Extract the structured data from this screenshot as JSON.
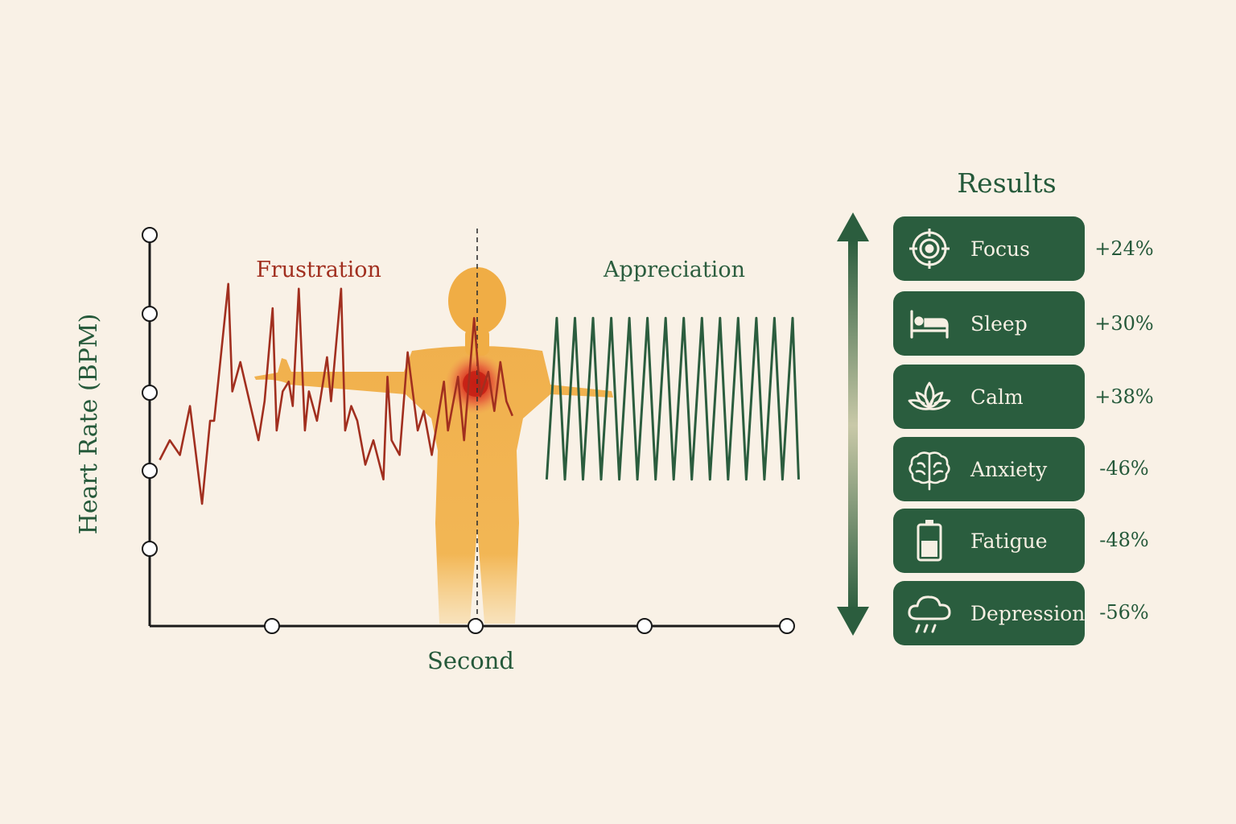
{
  "chart_data": {
    "type": "line",
    "xlabel": "Second",
    "ylabel": "Heart Rate (BPM)",
    "annotations": [
      "Frustration",
      "Appreciation"
    ],
    "series": [
      {
        "name": "Frustration",
        "color": "#a12f1f",
        "x": [
          0.5,
          1,
          1.5,
          2,
          2.6,
          3,
          3.2,
          3.4,
          3.9,
          4.1,
          4.5,
          5.4,
          5.7,
          6.1,
          6.3,
          6.6,
          6.9,
          7.1,
          7.4,
          7.7,
          7.9,
          8.3,
          8.8,
          9,
          9.5,
          9.7,
          10,
          10.3,
          10.7,
          11.1,
          11.6,
          11.8,
          12,
          12.4,
          12.8,
          13.3,
          13.6,
          14,
          14.6,
          14.8,
          15.3,
          15.6,
          16.1,
          16.4,
          16.8,
          17.1,
          17.4,
          17.7,
          18
        ],
        "y": [
          74,
          78,
          75,
          85,
          65,
          82,
          82,
          90,
          110,
          88,
          94,
          78,
          86,
          105,
          80,
          88,
          90,
          85,
          109,
          80,
          88,
          82,
          95,
          86,
          109,
          80,
          85,
          82,
          73,
          78,
          70,
          91,
          78,
          75,
          96,
          80,
          84,
          75,
          90,
          80,
          91,
          78,
          103,
          87,
          92,
          84,
          94,
          86,
          83
        ]
      },
      {
        "name": "Appreciation",
        "color": "#2b5d3e",
        "x": [
          19.7,
          20.2,
          20.6,
          21.1,
          21.5,
          22,
          22.4,
          22.9,
          23.3,
          23.8,
          24.2,
          24.7,
          25.1,
          25.6,
          26,
          26.5,
          26.9,
          27.4,
          27.8,
          28.3,
          28.7,
          29.2,
          29.6,
          30.1,
          30.5,
          31,
          31.4,
          31.9,
          32.2
        ],
        "y": [
          70,
          103,
          70,
          103,
          70,
          103,
          70,
          103,
          70,
          103,
          70,
          103,
          70,
          103,
          70,
          103,
          70,
          103,
          70,
          103,
          70,
          103,
          70,
          103,
          70,
          103,
          70,
          103,
          70
        ]
      }
    ],
    "xlim": [
      0,
      32.5
    ],
    "ylim": [
      40,
      120
    ]
  },
  "results": {
    "title": "Results",
    "items": [
      {
        "icon": "target-icon",
        "label": "Focus",
        "value": "+24%"
      },
      {
        "icon": "bed-icon",
        "label": "Sleep",
        "value": "+30%"
      },
      {
        "icon": "lotus-icon",
        "label": "Calm",
        "value": "+38%"
      },
      {
        "icon": "brain-icon",
        "label": "Anxiety",
        "value": "-46%"
      },
      {
        "icon": "battery-icon",
        "label": "Fatigue",
        "value": "-48%"
      },
      {
        "icon": "rain-cloud-icon",
        "label": "Depression",
        "value": "-56%"
      }
    ]
  },
  "colors": {
    "background": "#f9f1e6",
    "frustration": "#a12f1f",
    "appreciation": "#2b5d3e",
    "card": "#2a5d3e",
    "body": "#f0b34a",
    "heart": "#d2301f"
  }
}
